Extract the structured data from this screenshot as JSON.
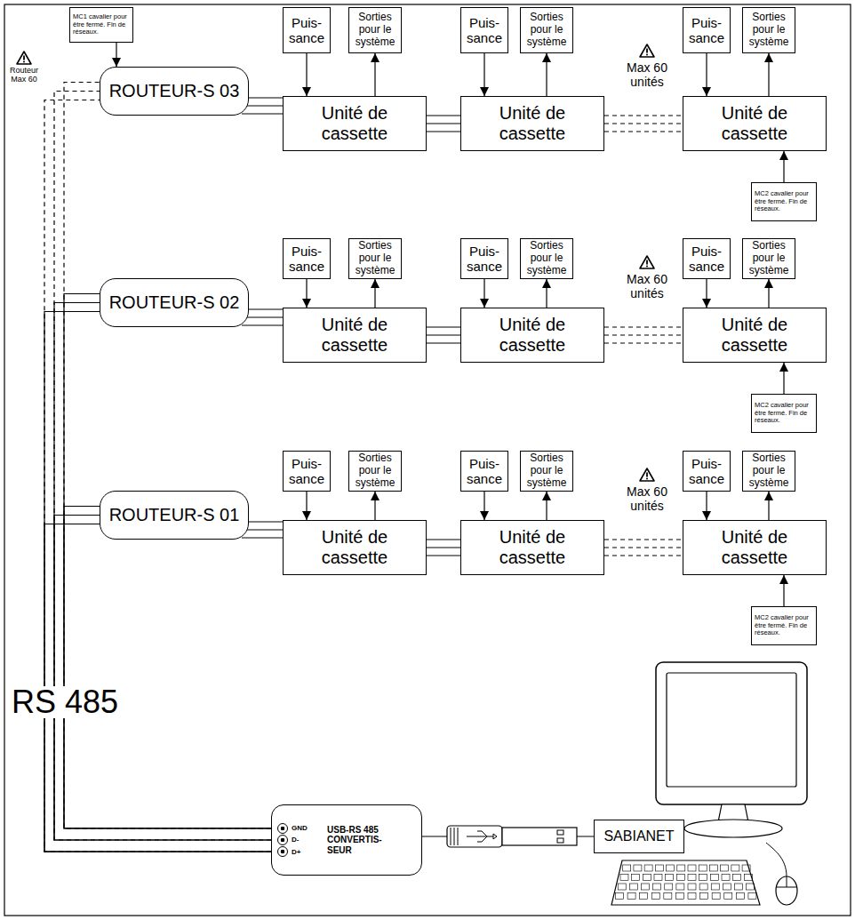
{
  "diagram": {
    "nodes": [
      {
        "text": [
          "MC1 cavalier pour être fermé. Fin de réseaux."
        ]
      },
      {
        "text": [
          "Puis- sance"
        ]
      },
      {
        "text": [
          "Sorties pour le système"
        ]
      },
      {
        "text": [
          "Puis- sance"
        ]
      },
      {
        "text": [
          "Sorties pour le système"
        ]
      },
      {
        "text": [
          "Puis- sance"
        ]
      },
      {
        "text": [
          "Sorties pour le système"
        ]
      },
      {
        "text": [
          "ROUTEUR-S 03"
        ]
      },
      {
        "text": [
          "Unité de cassette"
        ]
      },
      {
        "text": [
          "Unité de cassette"
        ]
      },
      {
        "text": [
          "Unité de cassette"
        ]
      },
      {
        "text": [
          "MC2 cavalier pour être fermé. Fin de réseaux."
        ]
      },
      {
        "text": [
          "Puis- sance"
        ]
      },
      {
        "text": [
          "Sorties pour le système"
        ]
      },
      {
        "text": [
          "Puis- sance"
        ]
      },
      {
        "text": [
          "Sorties pour le système"
        ]
      },
      {
        "text": [
          "Puis- sance"
        ]
      },
      {
        "text": [
          "Sorties pour le système"
        ]
      },
      {
        "text": [
          "ROUTEUR-S 02"
        ]
      },
      {
        "text": [
          "Unité de cassette"
        ]
      },
      {
        "text": [
          "Unité de cassette"
        ]
      },
      {
        "text": [
          "Unité de cassette"
        ]
      },
      {
        "text": [
          "MC2 cavalier pour être fermé. Fin de réseaux."
        ]
      },
      {
        "text": [
          "Puis- sance"
        ]
      },
      {
        "text": [
          "Sorties pour le système"
        ]
      },
      {
        "text": [
          "Puis- sance"
        ]
      },
      {
        "text": [
          "Sorties pour le système"
        ]
      },
      {
        "text": [
          "Puis- sance"
        ]
      },
      {
        "text": [
          "Sorties pour le système"
        ]
      },
      {
        "text": [
          "ROUTEUR-S 01"
        ]
      },
      {
        "text": [
          "Unité de cassette"
        ]
      },
      {
        "text": [
          "Unité de cassette"
        ]
      },
      {
        "text": [
          "Unité de cassette"
        ]
      },
      {
        "text": [
          "MC2 cavalier pour être fermé. Fin de réseaux."
        ]
      },
      {
        "text": [
          "GND",
          "D-",
          "D+",
          "USB-RS 485 CONVERTIS- SEUR"
        ]
      },
      {
        "text": [
          "SABIANET"
        ]
      }
    ],
    "edges": [
      {
        "from": 0,
        "to": 7,
        "arrow": "to"
      },
      {
        "from": 1,
        "to": 8,
        "arrow": "to"
      },
      {
        "from": 8,
        "to": 2,
        "arrow": "to"
      },
      {
        "from": 3,
        "to": 9,
        "arrow": "to"
      },
      {
        "from": 9,
        "to": 4,
        "arrow": "to"
      },
      {
        "from": 5,
        "to": 10,
        "arrow": "to"
      },
      {
        "from": 10,
        "to": 6,
        "arrow": "to"
      },
      {
        "from": 7,
        "to": 8,
        "arrow": "none"
      },
      {
        "from": 8,
        "to": 9,
        "arrow": "none"
      },
      {
        "from": 9,
        "to": 10,
        "arrow": "none"
      },
      {
        "from": 11,
        "to": 10,
        "arrow": "to"
      },
      {
        "from": 12,
        "to": 19,
        "arrow": "to"
      },
      {
        "from": 19,
        "to": 13,
        "arrow": "to"
      },
      {
        "from": 14,
        "to": 20,
        "arrow": "to"
      },
      {
        "from": 20,
        "to": 15,
        "arrow": "to"
      },
      {
        "from": 16,
        "to": 21,
        "arrow": "to"
      },
      {
        "from": 21,
        "to": 17,
        "arrow": "to"
      },
      {
        "from": 18,
        "to": 19,
        "arrow": "none"
      },
      {
        "from": 19,
        "to": 20,
        "arrow": "none"
      },
      {
        "from": 20,
        "to": 21,
        "arrow": "none"
      },
      {
        "from": 22,
        "to": 21,
        "arrow": "to"
      },
      {
        "from": 23,
        "to": 30,
        "arrow": "to"
      },
      {
        "from": 30,
        "to": 24,
        "arrow": "to"
      },
      {
        "from": 25,
        "to": 31,
        "arrow": "to"
      },
      {
        "from": 31,
        "to": 26,
        "arrow": "to"
      },
      {
        "from": 27,
        "to": 32,
        "arrow": "to"
      },
      {
        "from": 32,
        "to": 28,
        "arrow": "to"
      },
      {
        "from": 29,
        "to": 30,
        "arrow": "none"
      },
      {
        "from": 30,
        "to": 31,
        "arrow": "none"
      },
      {
        "from": 31,
        "to": 32,
        "arrow": "none"
      },
      {
        "from": 33,
        "to": 32,
        "arrow": "to"
      },
      {
        "from": 34,
        "to": 29,
        "arrow": "none"
      },
      {
        "from": 34,
        "to": 18,
        "arrow": "none"
      },
      {
        "from": 34,
        "to": 7,
        "arrow": "none"
      },
      {
        "from": 34,
        "to": 35,
        "arrow": "none"
      }
    ],
    "labels": [
      "Routeur Max 60",
      "Max 60 unités",
      "Max 60 unités",
      "Max 60 unités",
      "RS 485"
    ]
  }
}
